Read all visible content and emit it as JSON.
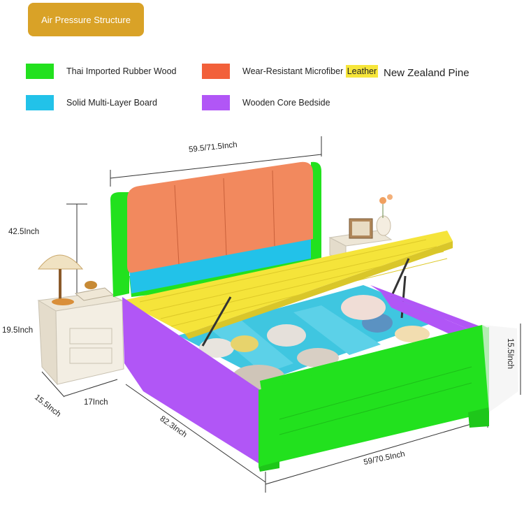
{
  "badge": {
    "label": "Air Pressure Structure"
  },
  "legend": [
    {
      "label": "Thai Imported Rubber Wood",
      "color": "#22e11e"
    },
    {
      "label": "Wear-Resistant Microfiber ",
      "highlight": "Leather",
      "color": "#f2603a"
    },
    {
      "label": "Solid Multi-Layer Board",
      "color": "#22c2e9"
    },
    {
      "label": "Wooden Core Bedside",
      "color": "#b156f6"
    }
  ],
  "extra_legend": {
    "label": "New Zealand Pine",
    "color": "#f5e43a"
  },
  "dimensions": {
    "headboard_width": "59.5/71.5Inch",
    "total_height": "42.5Inch",
    "nightstand_height": "19.5Inch",
    "nightstand_depth": "15.5Inch",
    "nightstand_width": "17Inch",
    "bed_length": "82.3Inch",
    "footboard_width": "59/70.5Inch",
    "footboard_height": "15.5Inch"
  }
}
